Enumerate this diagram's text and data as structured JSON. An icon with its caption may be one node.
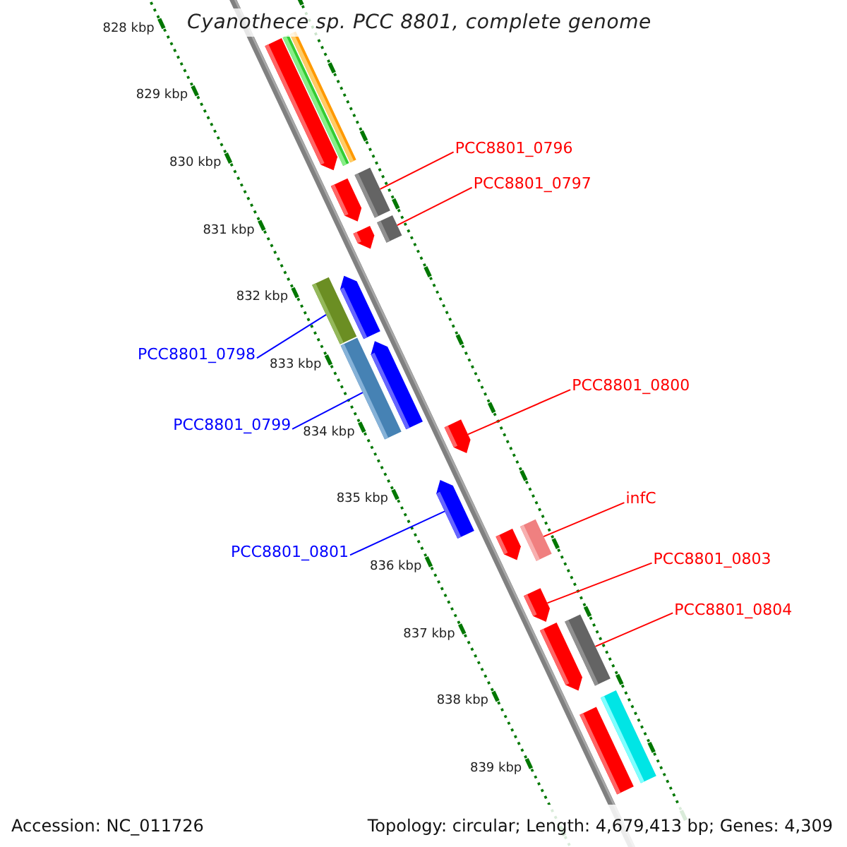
{
  "diagram": {
    "title": "Cyanothece sp. PCC 8801, complete genome",
    "nodes": [
      {
        "text": [
          "PCC8801_0796"
        ]
      },
      {
        "text": [
          "PCC8801_0797"
        ]
      },
      {
        "text": [
          "PCC8801_0798"
        ]
      },
      {
        "text": [
          "PCC8801_0799"
        ]
      },
      {
        "text": [
          "PCC8801_0800"
        ]
      },
      {
        "text": [
          "PCC8801_0801"
        ]
      },
      {
        "text": [
          "infC"
        ]
      },
      {
        "text": [
          "PCC8801_0803"
        ]
      },
      {
        "text": [
          "PCC8801_0804"
        ]
      },
      {
        "text": [],
        "shape": "bar"
      },
      {
        "text": [],
        "shape": "bar"
      },
      {
        "text": [],
        "shape": "bar"
      },
      {
        "text": [],
        "shape": "bar"
      },
      {
        "text": [],
        "shape": "bar"
      },
      {
        "text": [],
        "shape": "bar"
      },
      {
        "text": [],
        "shape": "bar"
      },
      {
        "text": [],
        "shape": "bar"
      },
      {
        "text": [],
        "shape": "bar"
      },
      {
        "text": [],
        "shape": "bar"
      },
      {
        "text": [],
        "shape": "bar"
      },
      {
        "text": [],
        "shape": "bar"
      },
      {
        "text": [],
        "shape": "bar"
      },
      {
        "text": [],
        "shape": "bar"
      },
      {
        "text": [],
        "shape": "bar"
      },
      {
        "text": [],
        "shape": "bar"
      },
      {
        "text": [],
        "shape": "bar"
      },
      {
        "text": [],
        "shape": "bar"
      },
      {
        "text": [],
        "shape": "bar"
      },
      {
        "text": [],
        "shape": "bar"
      }
    ],
    "edges": [
      {
        "from": 0,
        "to": 13,
        "arrow": "none"
      },
      {
        "from": 1,
        "to": 15,
        "arrow": "none"
      },
      {
        "from": 2,
        "to": 16,
        "arrow": "none",
        "color": "#0000ff"
      },
      {
        "from": 3,
        "to": 18,
        "arrow": "none",
        "color": "#0000ff"
      },
      {
        "from": 4,
        "to": 20,
        "arrow": "none"
      },
      {
        "from": 5,
        "to": 21,
        "arrow": "none",
        "color": "#0000ff"
      },
      {
        "from": 6,
        "to": 23,
        "arrow": "none"
      },
      {
        "from": 7,
        "to": 24,
        "arrow": "none"
      },
      {
        "from": 8,
        "to": 26,
        "arrow": "none"
      }
    ],
    "labels": [
      "828 kbp",
      "829 kbp",
      "830 kbp",
      "831 kbp",
      "832 kbp",
      "833 kbp",
      "834 kbp",
      "835 kbp",
      "836 kbp",
      "837 kbp",
      "838 kbp",
      "839 kbp",
      "Accession: NC_011726",
      "Topology: circular; Length: 4,679,413 bp; Genes: 4,309"
    ]
  }
}
